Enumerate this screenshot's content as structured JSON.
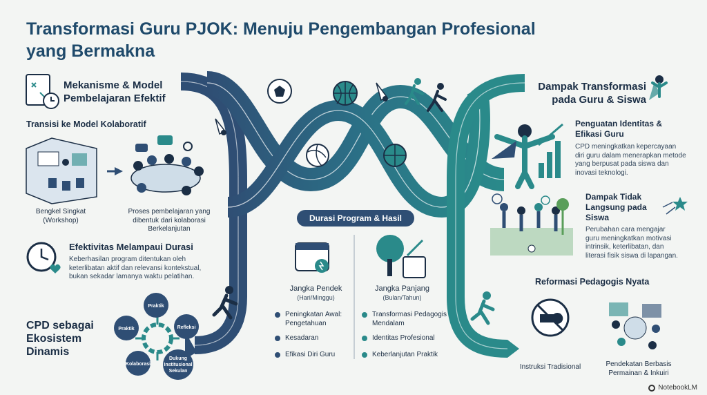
{
  "title_line1": "Transformasi Guru PJOK: Menuju Pengembangan Profesional",
  "title_line2": "yang Bermakna",
  "left": {
    "mekanisme_heading_1": "Mekanisme & Model",
    "mekanisme_heading_2": "Pembelajaran Efektif",
    "transisi_heading": "Transisi ke Model Kolaboratif",
    "workshop_caption_1": "Bengkel Singkat",
    "workshop_caption_2": "(Workshop)",
    "proses_caption_1": "Proses pembelajaran yang",
    "proses_caption_2": "dibentuk dari kolaborasi",
    "proses_caption_3": "Berkelanjutan",
    "efektivitas_heading": "Efektivitas Melampaui Durasi",
    "efektivitas_body_1": "Keberhasilan program ditentukan oleh",
    "efektivitas_body_2": "keterlibatan aktif dan relevansi kontekstual,",
    "efektivitas_body_3": "bukan sekadar lamanya waktu pelatihan.",
    "cpd_1": "CPD sebagai",
    "cpd_2": "Ekosistem",
    "cpd_3": "Dinamis",
    "cycle": {
      "top": "Praktik",
      "right": "Refleksi",
      "bottom_right_1": "Dukung",
      "bottom_right_2": "Institusional",
      "bottom_right_3": "Sekulan",
      "bottom_left": "Kolaborasi",
      "left": "Praktik"
    }
  },
  "center": {
    "durasi_pill": "Durasi Program & Hasil",
    "short_title": "Jangka Pendek",
    "short_sub": "(Hari/Minggu)",
    "short_items": [
      "Peningkatan Awal: Pengetahuan",
      "Kesadaran",
      "Efikasi Diri Guru"
    ],
    "long_title": "Jangka Panjang",
    "long_sub": "(Bulan/Tahun)",
    "long_items": [
      "Transformasi Pedagogis Mendalam",
      "Identitas Profesional",
      "Keberlanjutan Praktik"
    ]
  },
  "right": {
    "dampak_heading_1": "Dampak Transformasi",
    "dampak_heading_2": "pada Guru & Siswa",
    "penguatan_heading_1": "Penguatan Identitas &",
    "penguatan_heading_2": "Efikasi Guru",
    "penguatan_body_1": "CPD meningkatkan kepercayaan",
    "penguatan_body_2": "diri guru dalam menerapkan metode",
    "penguatan_body_3": "yang berpusat pada siswa dan",
    "penguatan_body_4": "inovasi teknologi.",
    "tidak_langsung_1": "Dampak Tidak",
    "tidak_langsung_2": "Langsung pada",
    "tidak_langsung_3": "Siswa",
    "tidak_langsung_body_1": "Perubahan cara mengajar",
    "tidak_langsung_body_2": "guru meningkatkan motivasi",
    "tidak_langsung_body_3": "intrinsik, keterlibatan, dan",
    "tidak_langsung_body_4": "literasi fisik siswa di lapangan.",
    "reformasi_heading": "Reformasi Pedagogis Nyata",
    "tradisional_caption": "Instruksi Tradisional",
    "permainan_caption_1": "Pendekatan Berbasis",
    "permainan_caption_2": "Permainan & Inkuiri"
  },
  "brand": "NotebookLM",
  "colors": {
    "navy": "#2f4e74",
    "teal": "#2a8a8a",
    "dark": "#1b2e45"
  }
}
